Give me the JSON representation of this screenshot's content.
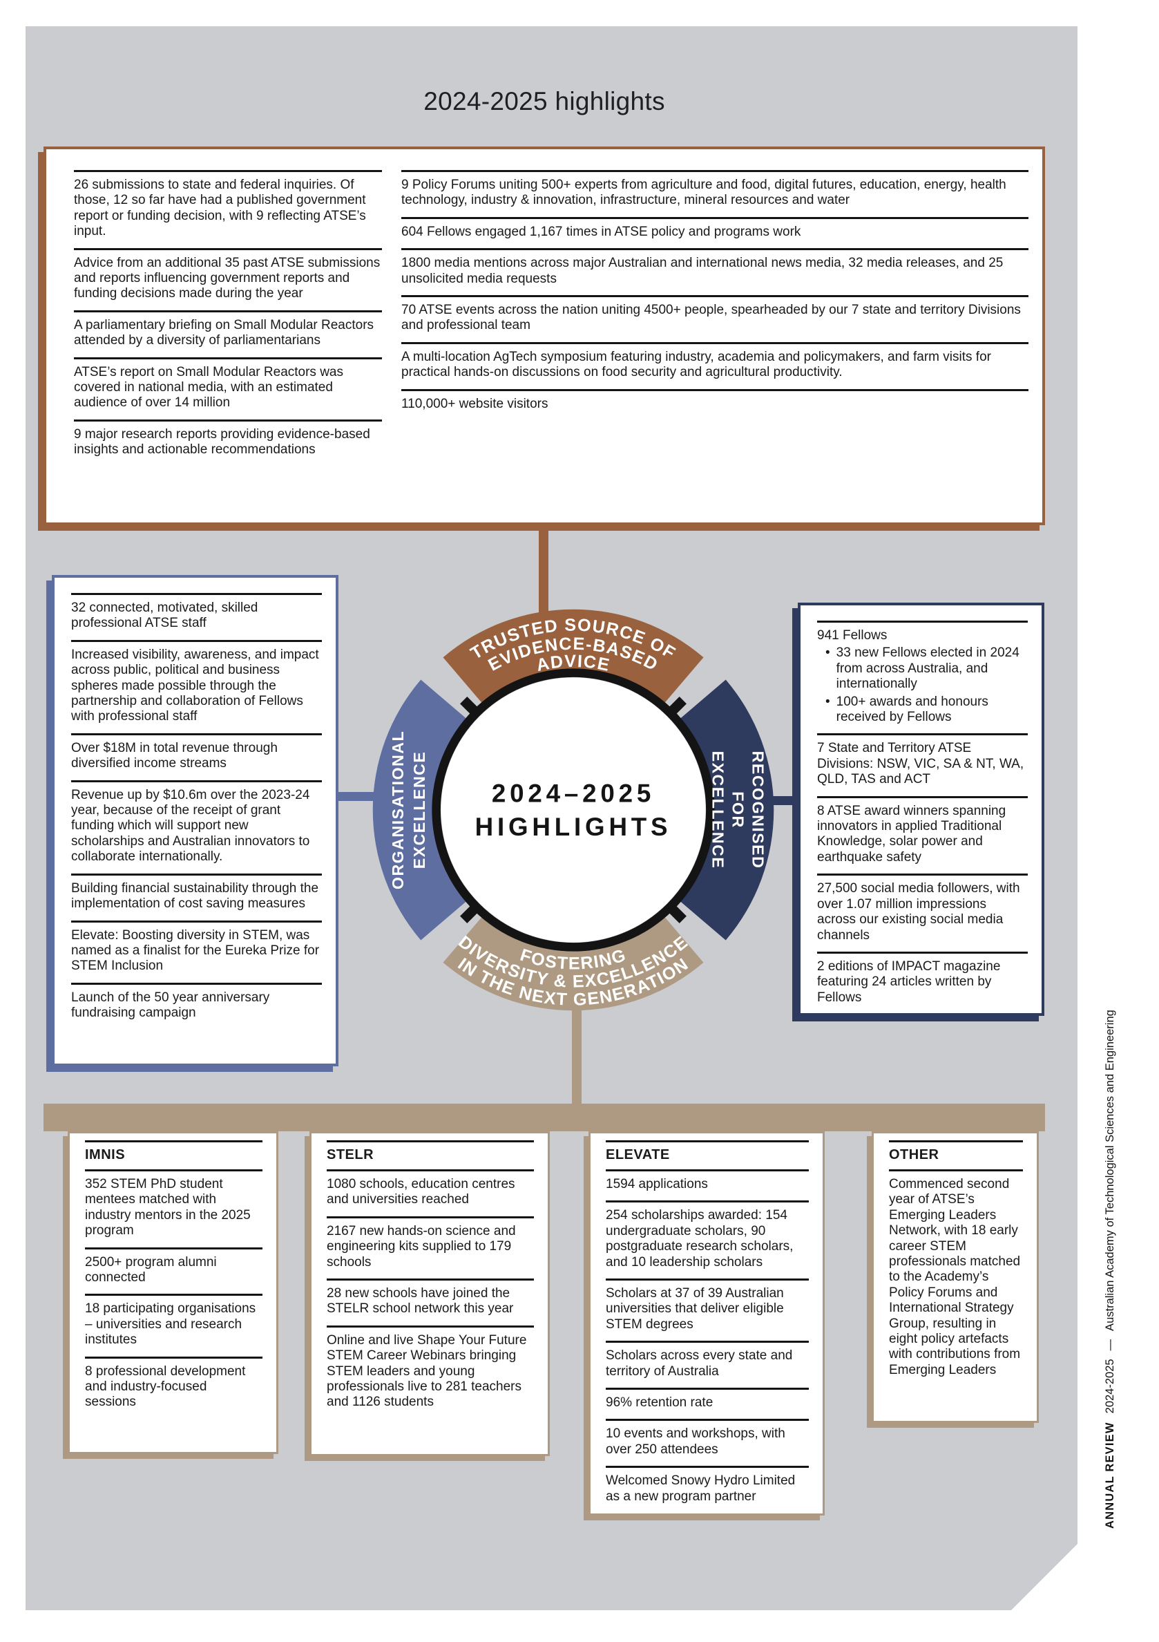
{
  "title": "2024-2025 highlights",
  "colors": {
    "background": "#CACCCF",
    "brown": "#99613E",
    "blue": "#5F6EA1",
    "navy": "#2F3A5F",
    "tan": "#AE9A82",
    "panel": "#FFFFFF",
    "text": "#1A1A1A"
  },
  "sidebar": {
    "label_bold": "ANNUAL REVIEW",
    "year": "2024-2025",
    "dash": "—",
    "org": "Australian Academy of Technological Sciences and Engineering"
  },
  "advice_box": {
    "left_items": [
      "26 submissions to state and federal inquiries. Of those, 12 so far have had a published government report or funding decision, with 9 reflecting ATSE’s input.",
      "Advice from an additional 35 past ATSE submissions and reports influencing government reports and funding decisions made during the year",
      "A parliamentary briefing on Small Modular Reactors attended by a diversity of parliamentarians",
      "ATSE’s report on Small Modular Reactors was covered in national media, with an estimated audience of over 14 million",
      "9 major research reports providing evidence-based insights and actionable recommendations"
    ],
    "right_items": [
      "9 Policy Forums uniting 500+ experts from agriculture and food, digital futures, education, energy, health technology, industry & innovation, infrastructure, mineral resources and water",
      "604 Fellows engaged 1,167 times in ATSE policy and programs work",
      "1800 media mentions across major Australian and international news media, 32 media releases, and 25 unsolicited media requests",
      "70 ATSE events across the nation uniting 4500+ people, spearheaded by our 7 state and territory Divisions and professional team",
      "A multi-location AgTech symposium featuring industry, academia and policymakers, and farm visits for practical hands-on discussions on food security and agricultural productivity.",
      "110,000+ website visitors"
    ]
  },
  "diagram": {
    "center": {
      "line1": "2024–2025",
      "line2": "HIGHLIGHTS"
    },
    "top_arc": {
      "color": "#99613E",
      "lines": [
        "TRUSTED SOURCE OF",
        "EVIDENCE-BASED",
        "ADVICE"
      ]
    },
    "left_arc": {
      "color": "#5F6EA1",
      "lines": [
        "ORGANISATIONAL",
        "EXCELLENCE"
      ]
    },
    "right_arc": {
      "color": "#2F3A5F",
      "lines": [
        "RECOGNISED",
        "FOR",
        "EXCELLENCE"
      ]
    },
    "bottom_arc": {
      "color": "#AE9A82",
      "lines": [
        "FOSTERING",
        "DIVERSITY & EXCELLENCE",
        "IN THE NEXT GENERATION"
      ]
    }
  },
  "org_box": {
    "items": [
      "32 connected, motivated, skilled professional ATSE staff",
      "Increased visibility, awareness, and impact across public, political and business spheres made possible through the partnership and collaboration of Fellows with professional staff",
      "Over $18M in total revenue through diversified income streams",
      "Revenue up by $10.6m over the 2023-24 year, because of the receipt of grant funding which will support new scholarships and Australian innovators to collaborate internationally.",
      "Building financial sustainability through the implementation of cost saving measures",
      "Elevate: Boosting diversity in STEM, was named as a finalist for the Eureka Prize for STEM Inclusion",
      "Launch of the 50 year anniversary fundraising campaign"
    ]
  },
  "recognised_box": {
    "fellows": {
      "title": "941 Fellows",
      "bullet_char": "•",
      "bullets": [
        "33 new Fellows elected in 2024 from across Australia, and internationally",
        "100+ awards and honours received by Fellows"
      ]
    },
    "items": [
      "7 State and Territory ATSE Divisions: NSW, VIC, SA & NT, WA, QLD, TAS and ACT",
      "8 ATSE award winners spanning innovators in applied Traditional Knowledge, solar power and earthquake safety",
      "27,500 social media followers, with over 1.07 million impressions across our existing social media channels",
      "2 editions of IMPACT magazine featuring 24 articles written by Fellows"
    ]
  },
  "programs": {
    "imnis": {
      "title": "IMNIS",
      "items": [
        "352 STEM PhD student mentees matched with industry mentors in the 2025 program",
        "2500+ program alumni connected",
        "18 participating organisations – universities and research institutes",
        "8 professional development and industry-focused sessions"
      ]
    },
    "stelr": {
      "title": "STELR",
      "items": [
        "1080 schools, education centres and universities reached",
        "2167 new hands-on science and engineering kits supplied to 179 schools",
        "28 new schools have joined the STELR school network this year",
        "Online and live Shape Your Future STEM Career Webinars bringing STEM leaders and young professionals live to 281 teachers and 1126 students"
      ]
    },
    "elevate": {
      "title": "ELEVATE",
      "items": [
        "1594 applications",
        "254 scholarships awarded: 154 undergraduate scholars, 90 postgraduate research scholars, and 10 leadership scholars",
        "Scholars at 37 of 39 Australian universities that deliver eligible STEM degrees",
        "Scholars across every state and territory of Australia",
        "96% retention rate",
        "10 events and workshops, with over 250 attendees",
        "Welcomed Snowy Hydro Limited as a new program partner"
      ]
    },
    "other": {
      "title": "OTHER",
      "items": [
        "Commenced second year of ATSE’s Emerging Leaders Network, with 18 early career STEM professionals matched to the Academy’s Policy Forums and International Strategy Group, resulting in eight policy artefacts with contributions from Emerging Leaders"
      ]
    }
  }
}
